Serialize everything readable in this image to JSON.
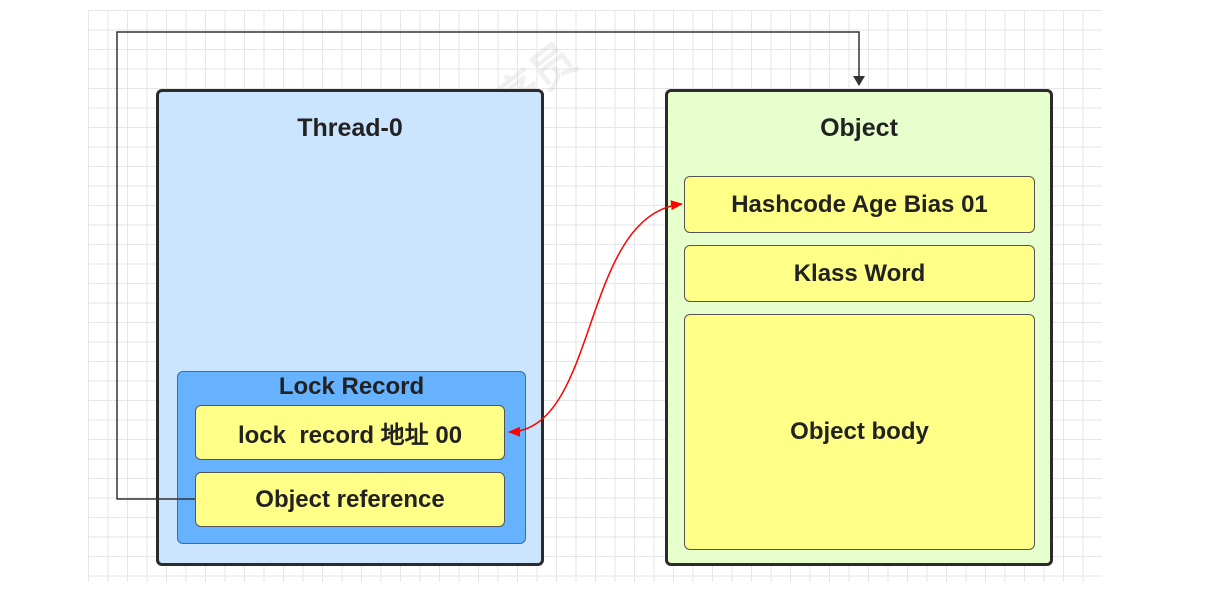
{
  "thread": {
    "title": "Thread-0",
    "lock_record": {
      "title": "Lock Record",
      "address_label": "lock  record 地址 00",
      "reference_label": "Object reference"
    }
  },
  "object": {
    "title": "Object",
    "mark_word": "Hashcode Age Bias 01",
    "klass_word": "Klass Word",
    "body": "Object body"
  },
  "watermark": "黑马程序员",
  "colors": {
    "thread_bg": "#cce5ff",
    "lock_record_bg": "#66b2ff",
    "object_bg": "#e6ffcc",
    "cell_bg": "#ffff88",
    "cas_arrow": "#ff0000",
    "connector": "#333333"
  }
}
